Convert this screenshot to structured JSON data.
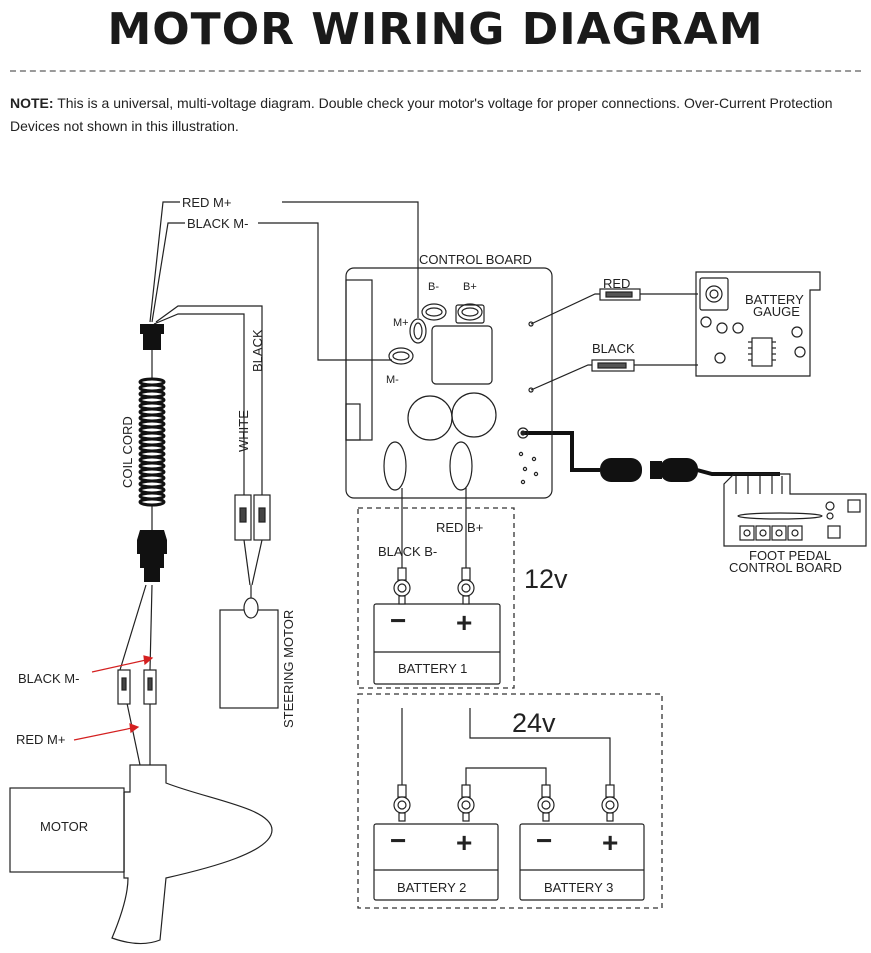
{
  "title": "MOTOR WIRING DIAGRAM",
  "note": {
    "label": "NOTE:",
    "text": "This is a universal, multi-voltage diagram. Double check your motor's voltage for proper connections. Over-Current Protection Devices not shown in this illustration."
  },
  "labels": {
    "red_m_plus_top": "RED M+",
    "black_m_minus_top": "BLACK M-",
    "control_board": "CONTROL BOARD",
    "b_minus": "B-",
    "b_plus": "B+",
    "m_plus": "M+",
    "m_minus": "M-",
    "red": "RED",
    "black": "BLACK",
    "battery_gauge_1": "BATTERY",
    "battery_gauge_2": "GAUGE",
    "black_vertical": "BLACK",
    "white_vertical": "WHITE",
    "coil_cord": "COIL CORD",
    "steering_motor": "STEERING MOTOR",
    "red_b_plus": "RED B+",
    "black_b_minus": "BLACK B-",
    "v12": "12v",
    "v24": "24v",
    "battery1": "BATTERY 1",
    "battery2": "BATTERY 2",
    "battery3": "BATTERY 3",
    "foot_pedal_1": "FOOT PEDAL",
    "foot_pedal_2": "CONTROL BOARD",
    "black_m_minus_bottom": "BLACK M-",
    "red_m_plus_bottom": "RED M+",
    "motor": "MOTOR",
    "minus": "−",
    "plus": "+"
  },
  "colors": {
    "line": "#222222",
    "pointer": "#d42020",
    "dash": "#333333",
    "rule": "#9a9a9a"
  }
}
